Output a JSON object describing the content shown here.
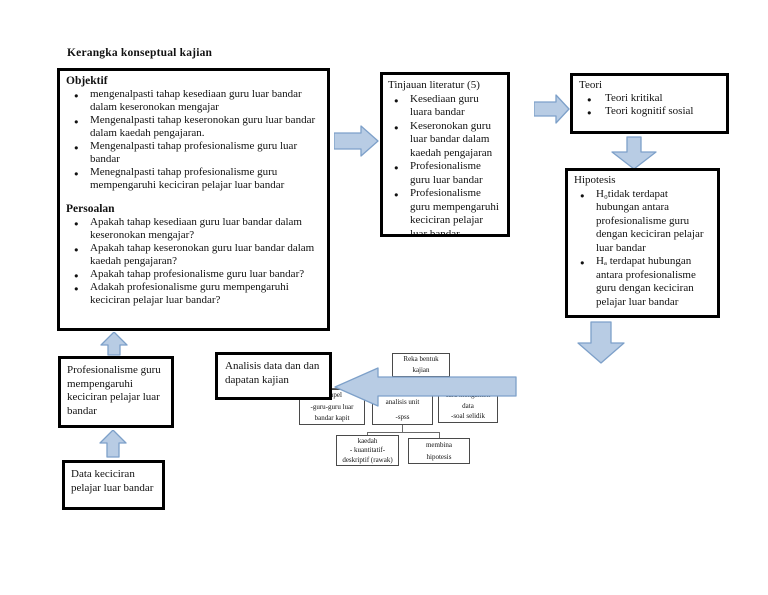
{
  "title": "Kerangka konseptual kajian",
  "colors": {
    "arrow_fill": "#b8cce4",
    "arrow_stroke": "#7da0c9"
  },
  "boxes": {
    "objektif_persoalan": {
      "heading_objektif": "Objektif",
      "objektif_items": [
        "mengenalpasti tahap kesediaan guru luar bandar dalam keseronokan mengajar",
        "Mengenalpasti tahap keseronokan guru luar bandar dalam kaedah pengajaran.",
        "Mengenalpasti tahap profesionalisme guru luar bandar",
        "Menegnalpasti tahap profesionalisme guru mempengaruhi keciciran pelajar luar bandar"
      ],
      "heading_persoalan": "Persoalan",
      "persoalan_items": [
        "Apakah tahap kesediaan guru luar bandar dalam keseronokan mengajar?",
        "Apakah tahap keseronokan guru luar bandar dalam kaedah pengajaran?",
        "Apakah tahap profesionalisme guru luar bandar?",
        "Adakah profesionalisme guru mempengaruhi keciciran pelajar luar bandar?"
      ]
    },
    "tinjauan": {
      "heading": "Tinjauan literatur (5)",
      "items": [
        "Kesediaan guru luara bandar",
        "Keseronokan guru luar bandar dalam kaedah pengajaran",
        "Profesionalisme guru luar bandar",
        "Profesionalisme guru mempengaruhi keciciran pelajar luar bandar."
      ]
    },
    "teori": {
      "heading": "Teori",
      "items": [
        "Teori kritikal",
        "Teori kognitif sosial"
      ]
    },
    "hipotesis": {
      "heading": "Hipotesis",
      "items": [
        "H₀tidak terdapat hubungan antara profesionalisme guru dengan keciciran pelajar luar bandar",
        "Hₐ terdapat hubungan antara profesionalisme guru dengan keciciran pelajar luar bandar"
      ]
    },
    "profesionalisme": {
      "text": "Profesionalisme guru mempengaruhi keciciran pelajar luar bandar"
    },
    "data_keciciran": {
      "text": "Data keciciran pelajar luar bandar"
    },
    "analisis": {
      "text": "Analisis data dan dan dapatan kajian"
    },
    "reka_bentuk": {
      "lines": [
        "Reka bentuk",
        "kajian"
      ]
    },
    "sampel": {
      "lines": [
        "sampel",
        "-guru-guru luar",
        "bandar kapit"
      ]
    },
    "analisis_unit": {
      "lines": [
        "analisis unit",
        "-spss"
      ]
    },
    "cara_mengambil": {
      "lines": [
        "cara mengambil",
        "data",
        "-soal selidik"
      ]
    },
    "kaedah": {
      "lines": [
        "kaedah",
        "- kuantitatif-",
        "deskriptif (rawak)"
      ]
    },
    "membina": {
      "lines": [
        "membina",
        "hipotesis"
      ]
    }
  }
}
